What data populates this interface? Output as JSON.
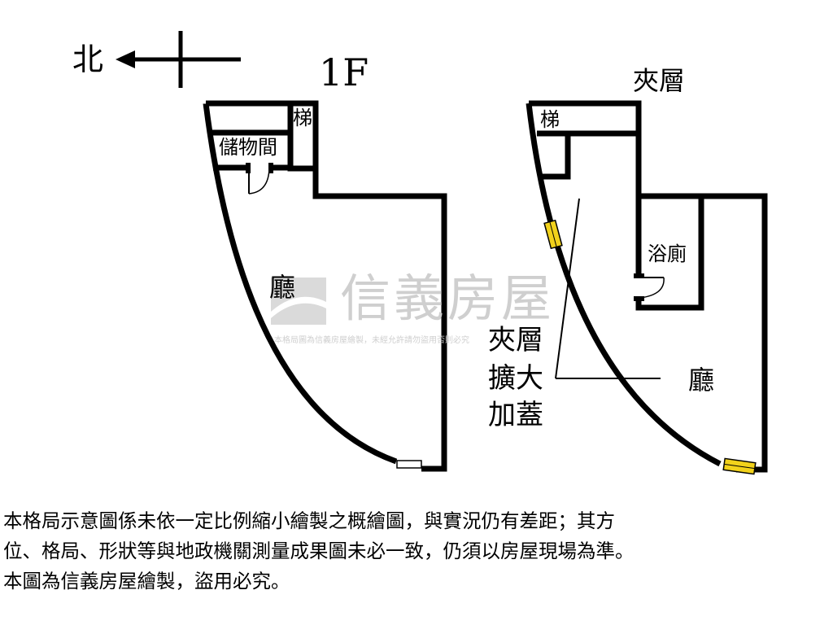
{
  "compass": {
    "label": "北"
  },
  "floor_1f": {
    "title": "1F",
    "rooms": {
      "stairs": "梯",
      "storage": "儲物間",
      "hall": "廳"
    }
  },
  "mezzanine": {
    "title": "夾層",
    "rooms": {
      "stairs": "梯",
      "bathroom": "浴廁",
      "hall": "廳"
    },
    "annotation": [
      "夾層",
      "擴大",
      "加蓋"
    ]
  },
  "watermark": {
    "brand": "信義房屋",
    "notice": "本格局圖為信義房屋繪製，未經允許請勿盜用否則必究"
  },
  "disclaimer": [
    "本格局示意圖係未依一定比例縮小繪製之概繪圖，與實況仍有差距；其方",
    "位、格局、形狀等與地政機關測量成果圖未必一致，仍須以房屋現場為準。",
    "本圖為信義房屋繪製，盜用必究。"
  ],
  "colors": {
    "wall": "#000000",
    "window": "#f2d21b",
    "watermark": "#cfcfcf",
    "background": "#ffffff"
  }
}
